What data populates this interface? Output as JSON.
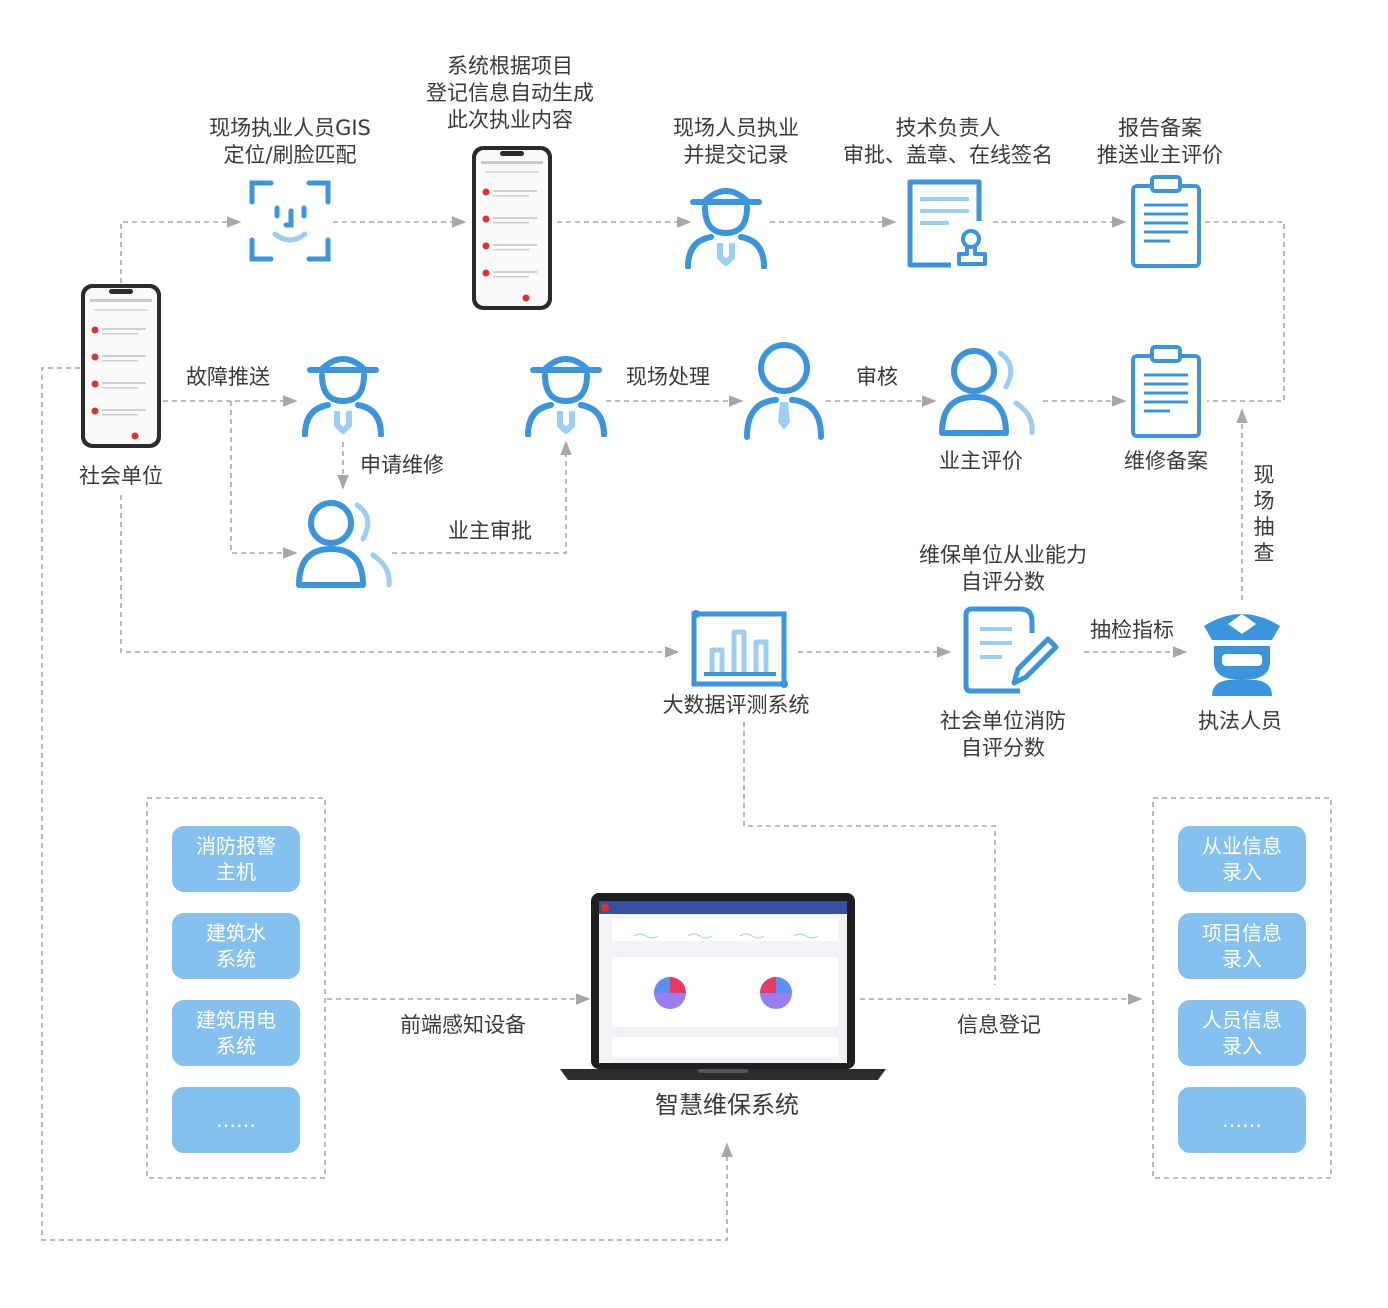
{
  "colors": {
    "accent": "#3a94de",
    "accent_light": "#9ccdf3",
    "line": "#a7a7a7",
    "pill": "#84c1ee",
    "mobile_red": "#e0312f"
  },
  "nodes": {
    "social_unit": "社会单位",
    "gis_face": "现场执业人员GIS\n定位/刷脸匹配",
    "auto_gen": "系统根据项目\n登记信息自动生成\n此次执业内容",
    "onsite_submit": "现场人员执业\n并提交记录",
    "tech_lead": "技术负责人\n审批、盖章、在线签名",
    "report_file": "报告备案\n推送业主评价",
    "request_repair": "申请维修",
    "owner_eval": "业主评价",
    "repair_file": "维修备案",
    "maint_ability": "维保单位从业能力\n自评分数",
    "bigdata": "大数据评测系统",
    "social_fire": "社会单位消防\n自评分数",
    "law_officer": "执法人员",
    "smart_system": "智慧维保系统"
  },
  "edge_labels": {
    "fault_push": "故障推送",
    "onsite_handle": "现场处理",
    "review": "审核",
    "owner_approve": "业主审批",
    "sample_index": "抽检指标",
    "onsite_check": "现场抽查",
    "front_sensing": "前端感知设备",
    "info_register": "信息登记"
  },
  "left_group": [
    "消防报警\n主机",
    "建筑水\n系统",
    "建筑用电\n系统",
    "……"
  ],
  "right_group": [
    "从业信息\n录入",
    "项目信息\n录入",
    "人员信息\n录入",
    "……"
  ],
  "icons": {
    "phone_left": "smartphone-app-icon",
    "face": "face-recognition-icon",
    "phone_top": "smartphone-app-icon",
    "worker_top": "maintenance-worker-icon",
    "certificate": "document-seal-icon",
    "clipboard_top": "clipboard-report-icon",
    "worker_fault": "maintenance-worker-icon",
    "worker_handle": "maintenance-worker-icon",
    "reviewer": "person-tie-icon",
    "owner_eval": "users-icon",
    "clipboard_repair": "clipboard-report-icon",
    "owner_approve": "users-icon",
    "bigdata": "bar-chart-board-icon",
    "edit_doc": "edit-document-icon",
    "police": "police-officer-icon",
    "laptop": "laptop-dashboard-icon"
  }
}
